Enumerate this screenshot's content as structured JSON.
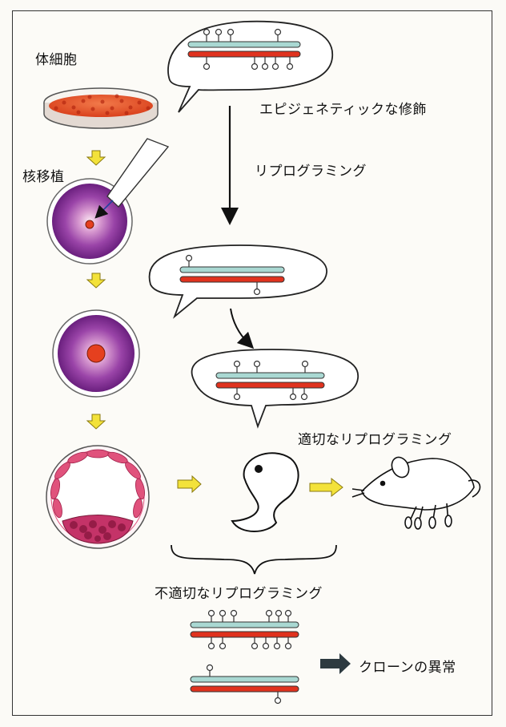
{
  "labels": {
    "somatic_cell": "体細胞",
    "nuclear_transfer": "核移植",
    "epigenetic_modification": "エピジェネティックな修飾",
    "reprogramming": "リプログラミング",
    "proper_reprogramming": "適切なリプログラミング",
    "improper_reprogramming": "不適切なリプログラミング",
    "clone_abnormality": "クローンの異常"
  },
  "colors": {
    "dna_strand_top": "#a9d8d2",
    "dna_strand_bottom": "#e0321e",
    "arrow_yellow": "#f3e23a",
    "arrow_dark": "#2d3a40",
    "cell_purple": "#7a2f8c",
    "nucleus_red": "#e5401f",
    "blastocyst_pink": "#e0527c",
    "dish_red": "#e8522a"
  }
}
